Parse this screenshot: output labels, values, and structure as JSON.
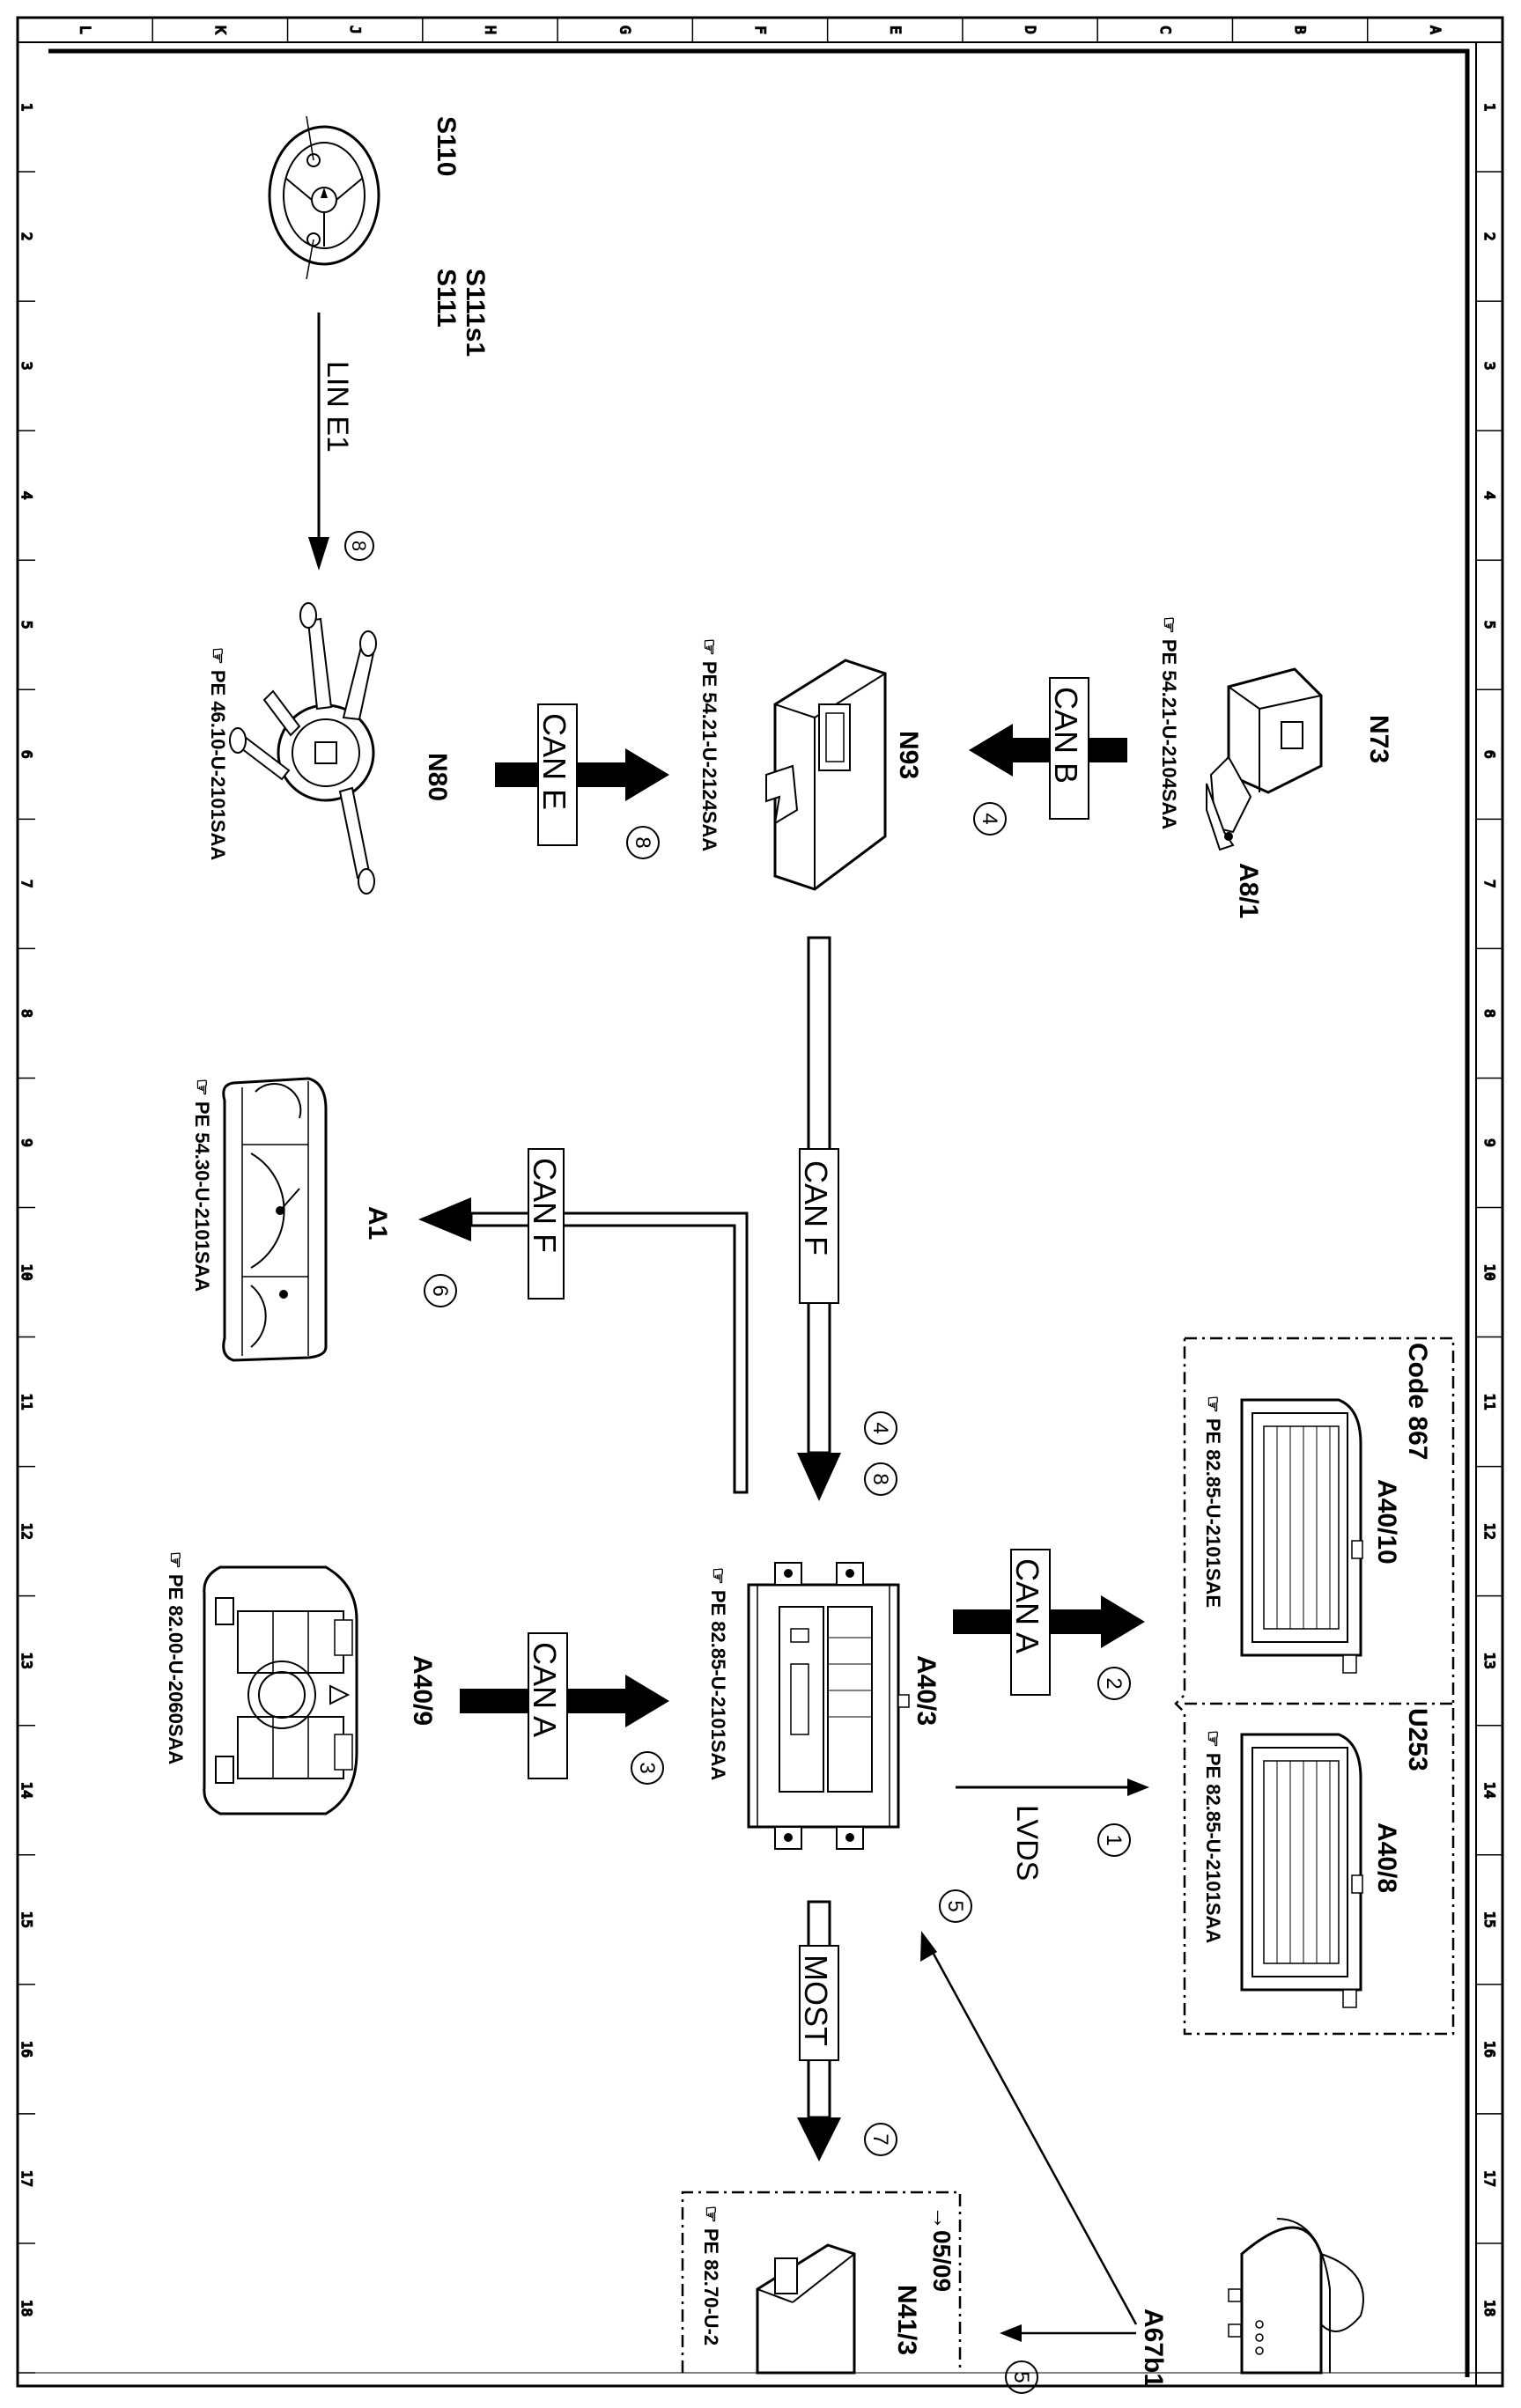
{
  "ruler": {
    "columns": [
      "L",
      "K",
      "J",
      "H",
      "G",
      "F",
      "E",
      "D",
      "C",
      "B",
      "A"
    ],
    "rows": [
      "1",
      "2",
      "3",
      "4",
      "5",
      "6",
      "7",
      "8",
      "9",
      "10",
      "11",
      "12",
      "13",
      "14",
      "15",
      "16",
      "17",
      "18"
    ]
  },
  "components": {
    "steering_wheel": {
      "s110": "S110",
      "s111": "S111",
      "s111s1": "S111s1"
    },
    "n80": {
      "name": "N80",
      "ref": "PE 46.10-U-2101SAA"
    },
    "n93": {
      "name": "N93",
      "ref": "PE 54.21-U-2124SAA"
    },
    "n73": {
      "name": "N73",
      "sub": "A8/1",
      "ref": "PE 54.21-U-2104SAA"
    },
    "a1": {
      "name": "A1",
      "ref": "PE 54.30-U-2101SAA"
    },
    "a40_9": {
      "name": "A40/9",
      "ref": "PE 82.00-U-2060SAA"
    },
    "a40_3": {
      "name": "A40/3",
      "ref": "PE 82.85-U-2101SAA"
    },
    "a40_10": {
      "name": "A40/10",
      "code": "Code 867",
      "ref": "PE 82.85-U-2101SAE"
    },
    "a40_8": {
      "name": "A40/8",
      "code": "U253",
      "ref": "PE 82.85-U-2101SAA"
    },
    "n41_3": {
      "name": "N41/3",
      "link": "05/09",
      "ref": "PE 82.70-U-2"
    },
    "a67b1": {
      "name": "A67b1"
    }
  },
  "connections": {
    "lin_e1": "LIN E1",
    "can_e": "CAN E",
    "can_b": "CAN B",
    "can_f_a1": "CAN F",
    "can_f_main": "CAN F",
    "can_a_a40_9": "CAN A",
    "can_a_a40_10": "CAN A",
    "lvds": "LVDS",
    "most": "MOST"
  },
  "markers": {
    "m1": "1",
    "m2": "2",
    "m3": "3",
    "m4a": "4",
    "m4b": "4",
    "m5a": "5",
    "m5b": "5",
    "m6": "6",
    "m7": "7",
    "m8a": "8",
    "m8b": "8",
    "m8c": "8"
  }
}
